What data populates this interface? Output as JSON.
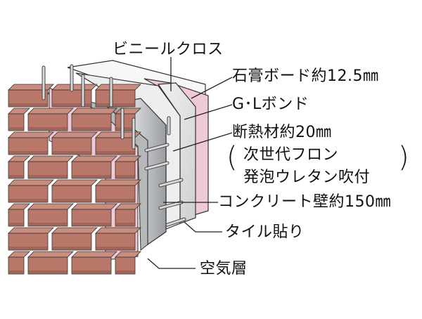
{
  "labels": {
    "vinyl_cloth": "ビニールクロス",
    "gypsum_board": "石膏ボード約12.5㎜",
    "gl_bond": "G･Lボンド",
    "insulation": "断熱材約20㎜",
    "insulation_detail_1": "次世代フロン",
    "insulation_detail_2": "発泡ウレタン吹付",
    "concrete_wall": "コンクリート壁約150㎜",
    "tile_finish": "タイル貼り",
    "air_layer": "空気層"
  },
  "colors": {
    "brick": "#b9776a",
    "brick_dark": "#8e564b",
    "mortar": "#f0ece8",
    "pink_board": "#efc9d3",
    "concrete": "#c9cbcd",
    "concrete_dark": "#8f9294",
    "gray_layer": "#e6e6e6",
    "rebar": "#d8d8d8",
    "line": "#222222"
  }
}
